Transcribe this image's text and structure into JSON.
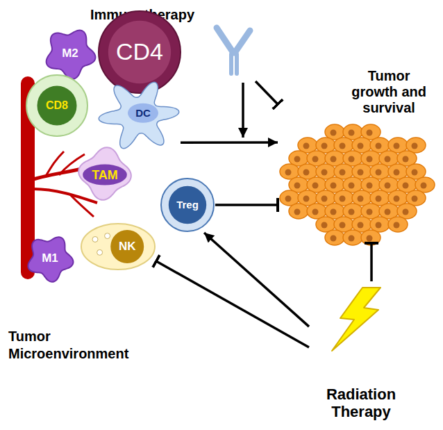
{
  "diagram": {
    "nodes": [
      {
        "text": [
          "Immunotherapy"
        ]
      },
      {
        "text": [
          "Tumor growth and survival"
        ]
      },
      {
        "text": [
          "M2"
        ]
      },
      {
        "text": [
          "CD4"
        ]
      },
      {
        "text": [
          "CD8"
        ]
      },
      {
        "text": [
          "DC"
        ]
      },
      {
        "text": [
          "TAM"
        ]
      },
      {
        "text": [
          "Treg"
        ]
      },
      {
        "text": [
          "M1"
        ]
      },
      {
        "text": [
          "NK"
        ]
      },
      {
        "text": [
          "Radiation Therapy"
        ]
      }
    ],
    "edges": [
      {
        "from": 5,
        "to": 1,
        "arrow": "to"
      },
      {
        "from": 0,
        "to": 1,
        "arrow": "to"
      },
      {
        "from": 7,
        "to": 1,
        "arrow": "to"
      },
      {
        "from": 10,
        "to": 7,
        "arrow": "to"
      },
      {
        "from": 10,
        "to": 9,
        "arrow": "to"
      },
      {
        "from": 10,
        "to": 1,
        "arrow": "to"
      }
    ],
    "labels": [
      "Tumor Microenvironment"
    ]
  }
}
